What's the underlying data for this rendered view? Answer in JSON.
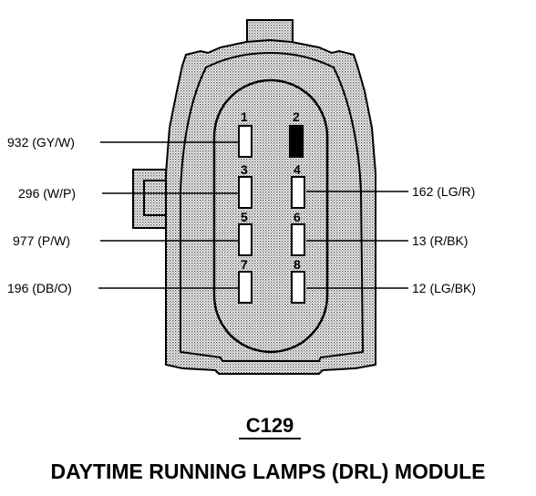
{
  "connector": {
    "id": "C129",
    "title": "DAYTIME RUNNING LAMPS (DRL) MODULE"
  },
  "pins": [
    {
      "num": "1",
      "filled": false,
      "wire": "932 (GY/W)"
    },
    {
      "num": "2",
      "filled": true,
      "wire": ""
    },
    {
      "num": "3",
      "filled": false,
      "wire": "296 (W/P)"
    },
    {
      "num": "4",
      "filled": false,
      "wire": "162 (LG/R)"
    },
    {
      "num": "5",
      "filled": false,
      "wire": "977 (P/W)"
    },
    {
      "num": "6",
      "filled": false,
      "wire": "13 (R/BK)"
    },
    {
      "num": "7",
      "filled": false,
      "wire": "196 (DB/O)"
    },
    {
      "num": "8",
      "filled": false,
      "wire": "12 (LG/BK)"
    }
  ],
  "colors": {
    "housing_fill": "#c8c8c8",
    "line": "#000000"
  }
}
